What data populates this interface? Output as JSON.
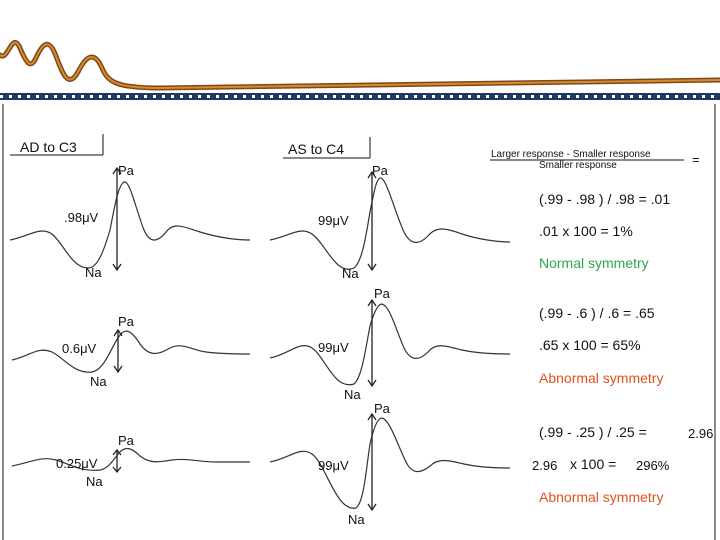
{
  "colors": {
    "brand_brown": "#7b4a1c",
    "brand_orange": "#d98a2a",
    "bar_blue": "#1f3864",
    "normal_green": "#2ea84a",
    "abnormal_red": "#e0521e",
    "ink": "#111111"
  },
  "icons": {
    "logo": "waveform-logo"
  },
  "panels": {
    "left_title": "AD to C3",
    "right_title": "AS to C4"
  },
  "waveforms": {
    "left": [
      {
        "pa": "Pa",
        "na": "Na",
        "amp": ".98μV"
      },
      {
        "pa": "Pa",
        "na": "Na",
        "amp": "0.6μV"
      },
      {
        "pa": "Pa",
        "na": "Na",
        "amp": "0.25μV"
      }
    ],
    "right": [
      {
        "pa": "Pa",
        "na": "Na",
        "amp": "99μV"
      },
      {
        "pa": "Pa",
        "na": "Na",
        "amp": "99μV"
      },
      {
        "pa": "Pa",
        "na": "Na",
        "amp": "99μV"
      }
    ]
  },
  "formula": {
    "numerator": "Larger response - Smaller response",
    "denominator": "Smaller response",
    "equals": "="
  },
  "calculations": [
    {
      "line1": "(.99 - .98 ) / .98 = .01",
      "line2": ".01 x 100 = 1%",
      "result": "Normal symmetry",
      "status": "normal"
    },
    {
      "line1": "(.99 - .6 ) / .6 = .65",
      "line2": ".65 x 100 = 65%",
      "result": "Abnormal symmetry",
      "status": "abnormal"
    },
    {
      "line1": "(.99 - .25 ) / .25 =",
      "line1_value": "2.96",
      "line2_prefix": "2.96",
      "line2": "x 100 =",
      "line2_value": "296%",
      "result": "Abnormal symmetry",
      "status": "abnormal"
    }
  ]
}
